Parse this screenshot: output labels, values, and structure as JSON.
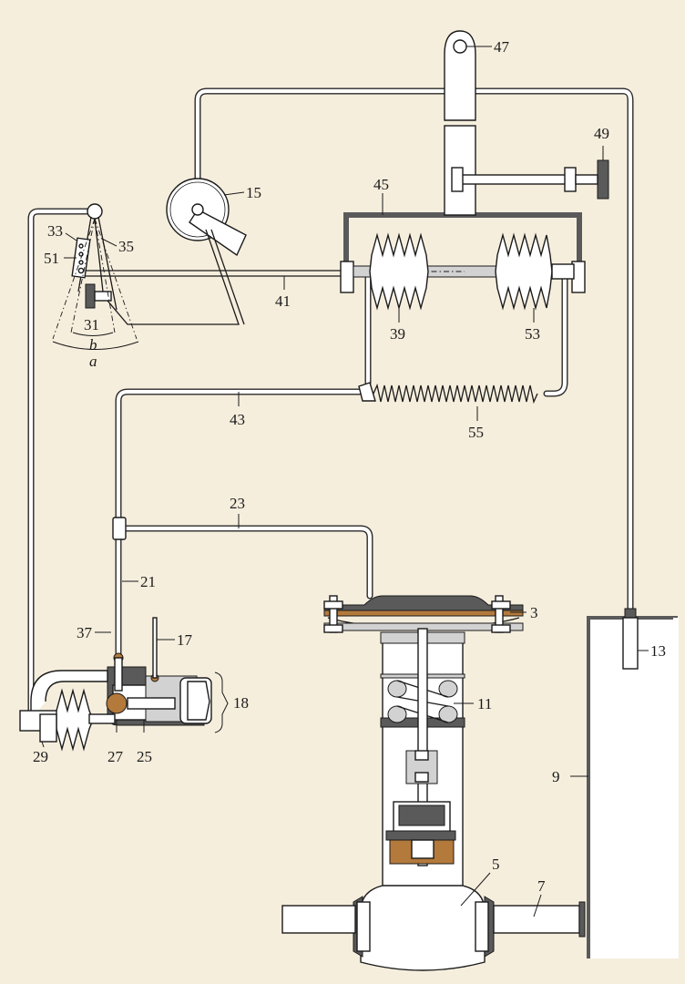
{
  "colors": {
    "background": "#f6eedd",
    "metal_dark": "#5a5a5a",
    "bronze": "#b47a3c",
    "line": "#1a1a1a"
  },
  "labels": {
    "l3": "3",
    "l5": "5",
    "l7": "7",
    "l9": "9",
    "l11": "11",
    "l13": "13",
    "l15": "15",
    "l17": "17",
    "l18": "18",
    "l21": "21",
    "l23": "23",
    "l25": "25",
    "l27": "27",
    "l29": "29",
    "l31": "31",
    "l33": "33",
    "l35": "35",
    "l37": "37",
    "l39": "39",
    "l41": "41",
    "l43": "43",
    "l45": "45",
    "l47": "47",
    "l49": "49",
    "l51": "51",
    "l53": "53",
    "l55": "55",
    "a": "a",
    "b": "b"
  }
}
